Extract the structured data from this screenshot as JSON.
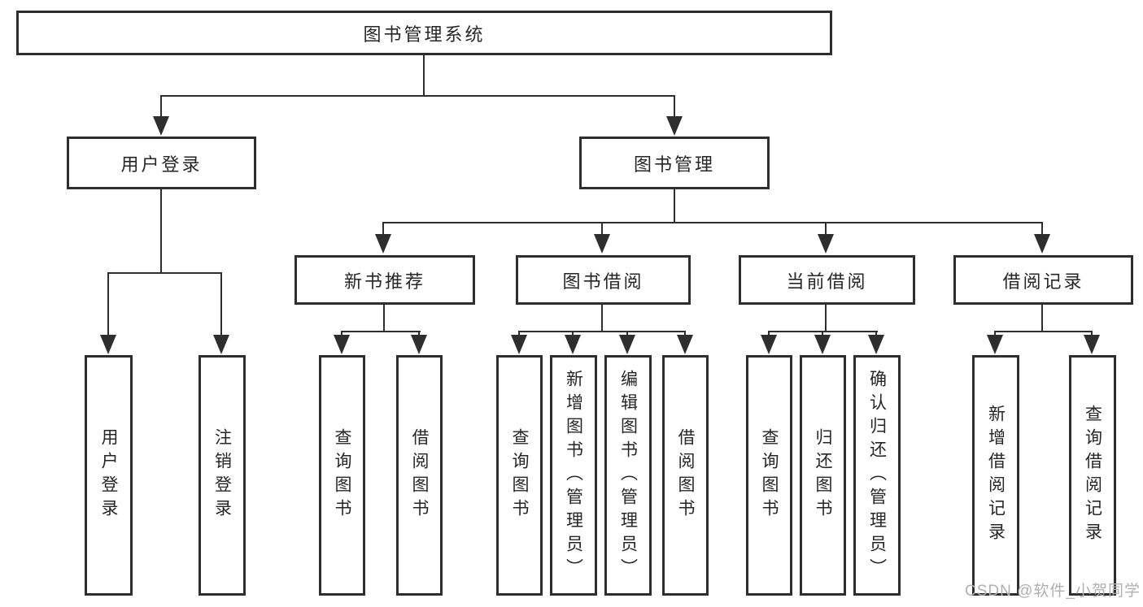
{
  "diagram_type": "hierarchy-tree",
  "colors": {
    "line": "#2e2e2e",
    "text": "#262626",
    "watermark": "#b0b0b0",
    "box_background": "#ffffff"
  },
  "watermark": {
    "text": "CSDN @软件_小贺同学"
  },
  "tree": {
    "label": "图书管理系统",
    "children": [
      {
        "label": "用户登录",
        "children": [
          {
            "label": "用户登录"
          },
          {
            "label": "注销登录"
          }
        ]
      },
      {
        "label": "图书管理",
        "children": [
          {
            "label": "新书推荐",
            "children": [
              {
                "label": "查询图书"
              },
              {
                "label": "借阅图书"
              }
            ]
          },
          {
            "label": "图书借阅",
            "children": [
              {
                "label": "查询图书"
              },
              {
                "label": "新增图书（管理员）"
              },
              {
                "label": "编辑图书（管理员）"
              },
              {
                "label": "借阅图书"
              }
            ]
          },
          {
            "label": "当前借阅",
            "children": [
              {
                "label": "查询图书"
              },
              {
                "label": "归还图书"
              },
              {
                "label": "确认归还（管理员）"
              }
            ]
          },
          {
            "label": "借阅记录",
            "children": [
              {
                "label": "新增借阅记录"
              },
              {
                "label": "查询借阅记录"
              }
            ]
          }
        ]
      }
    ]
  }
}
